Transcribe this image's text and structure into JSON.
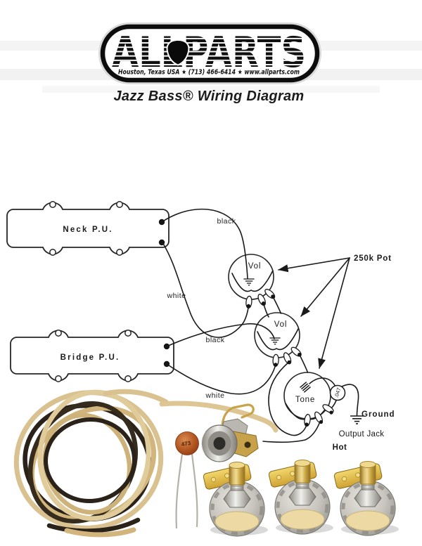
{
  "header": {
    "brand": "ALLPARTS",
    "tagline": "Houston, Texas USA ★ (713) 466-6414 ★ www.allparts.com",
    "title": "Jazz Bass® Wiring Diagram"
  },
  "diagram": {
    "neck_pickup_label": "Neck P.U.",
    "bridge_pickup_label": "Bridge P.U.",
    "vol1_label": "Vol",
    "vol2_label": "Vol",
    "tone_label": "Tone",
    "pot_callout": "250k Pot",
    "cap_value": ".047",
    "neck_black_label": "black",
    "neck_white_label": "white",
    "bridge_black_label": "black",
    "bridge_white_label": "white",
    "ground_label": "Ground",
    "output_jack_label": "Output Jack",
    "hot_label": "Hot"
  },
  "photo": {
    "capacitor_marking": "473",
    "colors": {
      "wire_cream": "#d9c190",
      "wire_black": "#2b231a",
      "capacitor": "#b2551f",
      "brass": "#c9a34b",
      "pot_wafer": "#ecd9a4",
      "terminal_strip": "#ddb33f"
    }
  }
}
